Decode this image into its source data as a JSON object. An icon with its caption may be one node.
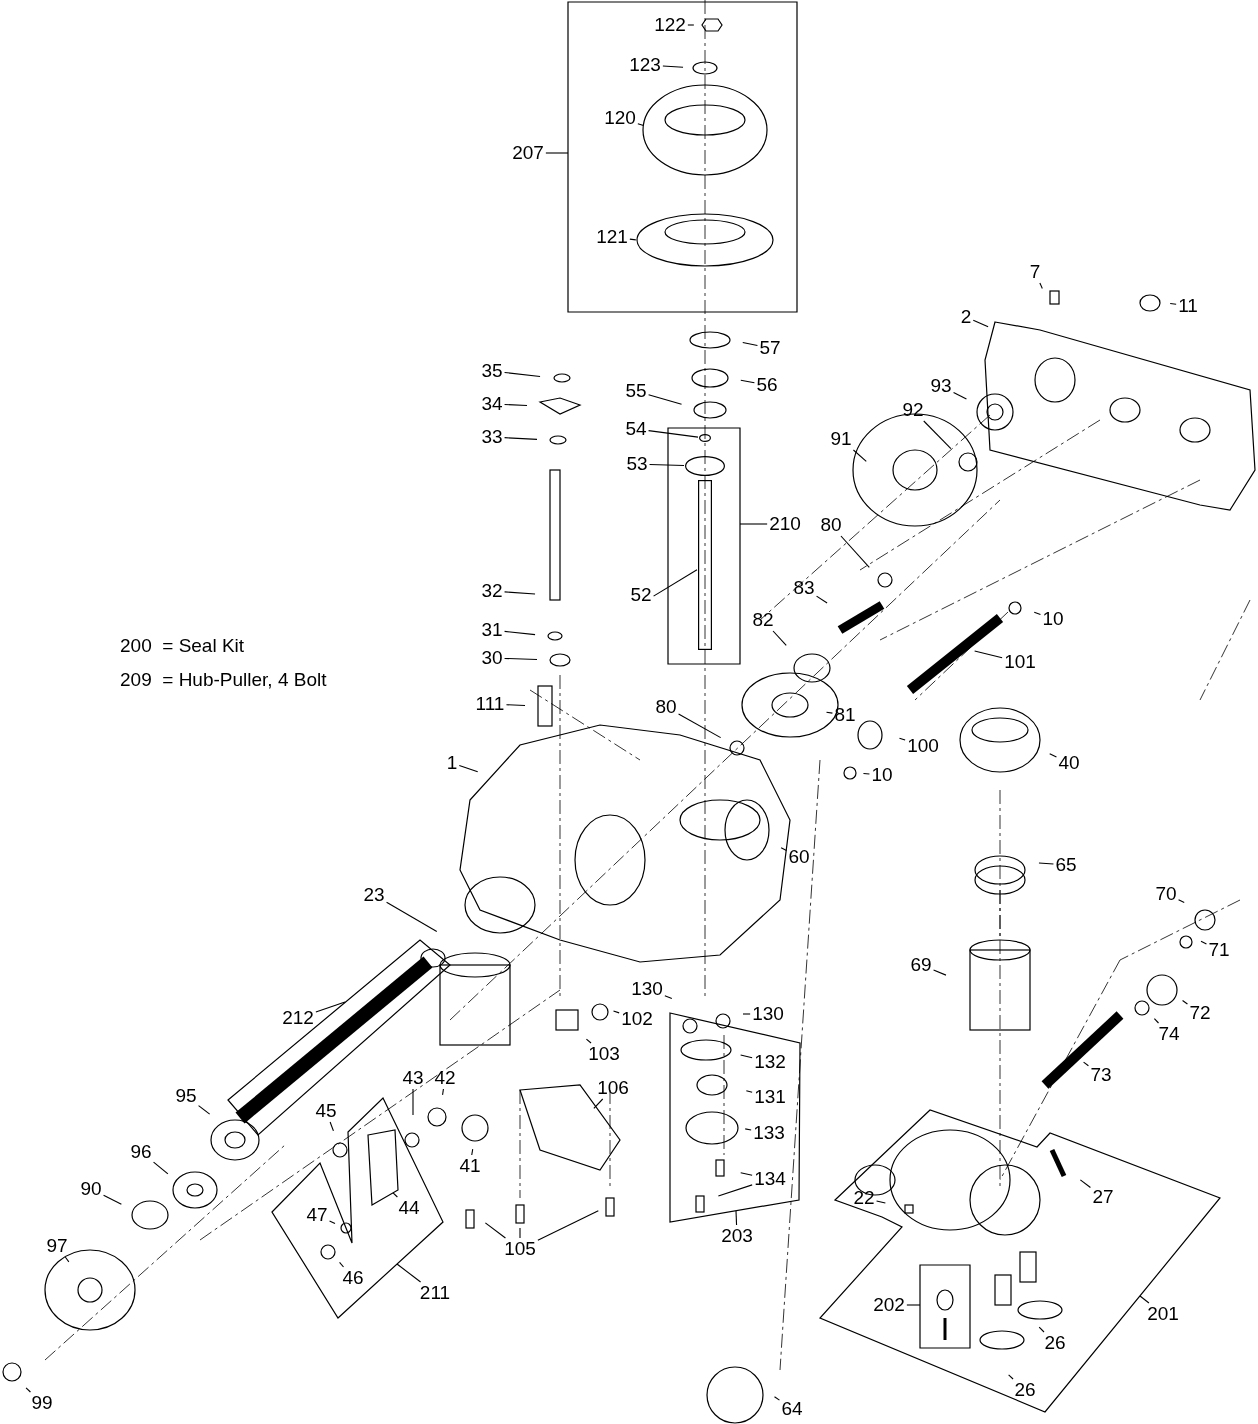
{
  "diagram": {
    "nodes": [
      {
        "text": [],
        "shape": "box"
      },
      {
        "text": [
          "122"
        ],
        "in": 0
      },
      {
        "text": [
          "123"
        ],
        "in": 0
      },
      {
        "text": [
          "120"
        ],
        "in": 0
      },
      {
        "text": [
          "207"
        ]
      },
      {
        "text": [
          "121"
        ],
        "in": 0
      },
      {
        "text": [
          "7"
        ]
      },
      {
        "text": [
          "11"
        ]
      },
      {
        "text": [
          "2"
        ]
      },
      {
        "text": [
          "57"
        ]
      },
      {
        "text": [
          "35"
        ]
      },
      {
        "text": [
          "56"
        ]
      },
      {
        "text": [
          "93"
        ]
      },
      {
        "text": [
          "55"
        ]
      },
      {
        "text": [
          "34"
        ]
      },
      {
        "text": [
          "92"
        ]
      },
      {
        "text": [],
        "shape": "box"
      },
      {
        "text": [
          "54"
        ]
      },
      {
        "text": [
          "33"
        ]
      },
      {
        "text": [
          "91"
        ]
      },
      {
        "text": [
          "53"
        ]
      },
      {
        "text": [
          "210"
        ]
      },
      {
        "text": [
          "80"
        ]
      },
      {
        "text": [
          "83"
        ]
      },
      {
        "text": [
          "32"
        ]
      },
      {
        "text": [
          "52"
        ]
      },
      {
        "text": [
          "10"
        ]
      },
      {
        "text": [
          "82"
        ]
      },
      {
        "text": [
          "31"
        ]
      },
      {
        "text": [
          "30"
        ]
      },
      {
        "text": [
          "101"
        ]
      },
      {
        "text": [
          "111"
        ]
      },
      {
        "text": [
          "80"
        ]
      },
      {
        "text": [
          "81"
        ]
      },
      {
        "text": [
          "100"
        ]
      },
      {
        "text": [
          "1"
        ]
      },
      {
        "text": [
          "40"
        ]
      },
      {
        "text": [
          "10"
        ]
      },
      {
        "text": [
          "60"
        ]
      },
      {
        "text": [
          "65"
        ]
      },
      {
        "text": [
          "23"
        ]
      },
      {
        "text": [
          "70"
        ]
      },
      {
        "text": [
          "71"
        ]
      },
      {
        "text": [
          "69"
        ]
      },
      {
        "text": [
          "72"
        ]
      },
      {
        "text": [],
        "shape": "box"
      },
      {
        "text": [
          "212"
        ]
      },
      {
        "text": [
          "130"
        ]
      },
      {
        "text": [
          "130"
        ]
      },
      {
        "text": [
          "102"
        ]
      },
      {
        "text": [
          "74"
        ]
      },
      {
        "text": [
          "103"
        ]
      },
      {
        "text": [],
        "shape": "box"
      },
      {
        "text": [
          "132"
        ],
        "in": 52
      },
      {
        "text": [
          "73"
        ]
      },
      {
        "text": [
          "43"
        ]
      },
      {
        "text": [
          "42"
        ]
      },
      {
        "text": [
          "106"
        ]
      },
      {
        "text": [
          "95"
        ]
      },
      {
        "text": [
          "131"
        ],
        "in": 52
      },
      {
        "text": [
          "45"
        ]
      },
      {
        "text": [
          "133"
        ],
        "in": 52
      },
      {
        "text": [
          "96"
        ]
      },
      {
        "text": [
          "41"
        ]
      },
      {
        "text": [
          "134"
        ],
        "in": 52
      },
      {
        "text": [
          "90"
        ]
      },
      {
        "text": [],
        "shape": "box"
      },
      {
        "text": [
          "27"
        ],
        "in": 66
      },
      {
        "text": [
          "22"
        ],
        "in": 66
      },
      {
        "text": [],
        "shape": "box"
      },
      {
        "text": [
          "44"
        ],
        "in": 69
      },
      {
        "text": [
          "47"
        ],
        "in": 69
      },
      {
        "text": [
          "203"
        ]
      },
      {
        "text": [
          "97"
        ]
      },
      {
        "text": [
          "105"
        ]
      },
      {
        "text": [
          "46"
        ],
        "in": 69
      },
      {
        "text": [
          "211"
        ]
      },
      {
        "text": [],
        "shape": "box",
        "in": 66
      },
      {
        "text": [
          "202"
        ],
        "in": 66
      },
      {
        "text": [
          "201"
        ]
      },
      {
        "text": [
          "26"
        ],
        "in": 66
      },
      {
        "text": [
          "26"
        ],
        "in": 66
      },
      {
        "text": [
          "99"
        ]
      },
      {
        "text": [
          "64"
        ]
      },
      {
        "text": [],
        "shape": "circle",
        "in": 16
      },
      {
        "text": [],
        "shape": "circle",
        "in": 16
      },
      {
        "text": [],
        "shape": "bar",
        "in": 16
      }
    ],
    "edges": [
      {
        "from": 1,
        "to": null,
        "arrow": "none"
      },
      {
        "from": 2,
        "to": null,
        "arrow": "none"
      },
      {
        "from": 3,
        "to": null,
        "arrow": "none"
      },
      {
        "from": 4,
        "to": 0,
        "arrow": "none"
      },
      {
        "from": 5,
        "to": null,
        "arrow": "none"
      },
      {
        "from": 6,
        "to": null,
        "arrow": "none"
      },
      {
        "from": 7,
        "to": null,
        "arrow": "none"
      },
      {
        "from": 8,
        "to": null,
        "arrow": "none"
      },
      {
        "from": 9,
        "to": null,
        "arrow": "none"
      },
      {
        "from": 10,
        "to": null,
        "arrow": "none"
      },
      {
        "from": 11,
        "to": null,
        "arrow": "none"
      },
      {
        "from": 12,
        "to": null,
        "arrow": "none"
      },
      {
        "from": 13,
        "to": null,
        "arrow": "none"
      },
      {
        "from": 14,
        "to": null,
        "arrow": "none"
      },
      {
        "from": 15,
        "to": null,
        "arrow": "none"
      },
      {
        "from": 17,
        "to": 84,
        "arrow": "none"
      },
      {
        "from": 18,
        "to": null,
        "arrow": "none"
      },
      {
        "from": 19,
        "to": null,
        "arrow": "none"
      },
      {
        "from": 20,
        "to": 85,
        "arrow": "none"
      },
      {
        "from": 21,
        "to": 16,
        "arrow": "none"
      },
      {
        "from": 22,
        "to": null,
        "arrow": "none"
      },
      {
        "from": 23,
        "to": null,
        "arrow": "none"
      },
      {
        "from": 24,
        "to": null,
        "arrow": "none"
      },
      {
        "from": 25,
        "to": 86,
        "arrow": "none"
      },
      {
        "from": 26,
        "to": null,
        "arrow": "none"
      },
      {
        "from": 27,
        "to": null,
        "arrow": "none"
      },
      {
        "from": 28,
        "to": null,
        "arrow": "none"
      },
      {
        "from": 29,
        "to": null,
        "arrow": "none"
      },
      {
        "from": 30,
        "to": null,
        "arrow": "none"
      },
      {
        "from": 31,
        "to": null,
        "arrow": "none"
      },
      {
        "from": 32,
        "to": null,
        "arrow": "none"
      },
      {
        "from": 33,
        "to": null,
        "arrow": "none"
      },
      {
        "from": 34,
        "to": null,
        "arrow": "none"
      },
      {
        "from": 35,
        "to": null,
        "arrow": "none"
      },
      {
        "from": 36,
        "to": null,
        "arrow": "none"
      },
      {
        "from": 37,
        "to": null,
        "arrow": "none"
      },
      {
        "from": 38,
        "to": null,
        "arrow": "none"
      },
      {
        "from": 39,
        "to": null,
        "arrow": "none"
      },
      {
        "from": 40,
        "to": null,
        "arrow": "none"
      },
      {
        "from": 41,
        "to": null,
        "arrow": "none"
      },
      {
        "from": 42,
        "to": null,
        "arrow": "none"
      },
      {
        "from": 43,
        "to": null,
        "arrow": "none"
      },
      {
        "from": 44,
        "to": null,
        "arrow": "none"
      },
      {
        "from": 46,
        "to": 45,
        "arrow": "none"
      },
      {
        "from": 47,
        "to": null,
        "arrow": "none"
      },
      {
        "from": 48,
        "to": null,
        "arrow": "none"
      },
      {
        "from": 49,
        "to": null,
        "arrow": "none"
      },
      {
        "from": 50,
        "to": null,
        "arrow": "none"
      },
      {
        "from": 51,
        "to": null,
        "arrow": "none"
      },
      {
        "from": 53,
        "to": null,
        "arrow": "none"
      },
      {
        "from": 54,
        "to": null,
        "arrow": "none"
      },
      {
        "from": 55,
        "to": null,
        "arrow": "none"
      },
      {
        "from": 56,
        "to": null,
        "arrow": "none"
      },
      {
        "from": 57,
        "to": null,
        "arrow": "none"
      },
      {
        "from": 58,
        "to": null,
        "arrow": "none"
      },
      {
        "from": 59,
        "to": null,
        "arrow": "none"
      },
      {
        "from": 60,
        "to": null,
        "arrow": "none"
      },
      {
        "from": 61,
        "to": null,
        "arrow": "none"
      },
      {
        "from": 62,
        "to": null,
        "arrow": "none"
      },
      {
        "from": 63,
        "to": null,
        "arrow": "none"
      },
      {
        "from": 64,
        "to": null,
        "arrow": "none"
      },
      {
        "from": 64,
        "to": null,
        "arrow": "none"
      },
      {
        "from": 65,
        "to": null,
        "arrow": "none"
      },
      {
        "from": 67,
        "to": null,
        "arrow": "none"
      },
      {
        "from": 68,
        "to": null,
        "arrow": "none"
      },
      {
        "from": 70,
        "to": null,
        "arrow": "none"
      },
      {
        "from": 71,
        "to": null,
        "arrow": "none"
      },
      {
        "from": 72,
        "to": 52,
        "arrow": "none"
      },
      {
        "from": 73,
        "to": null,
        "arrow": "none"
      },
      {
        "from": 74,
        "to": null,
        "arrow": "none"
      },
      {
        "from": 74,
        "to": null,
        "arrow": "none"
      },
      {
        "from": 74,
        "to": null,
        "arrow": "none"
      },
      {
        "from": 75,
        "to": null,
        "arrow": "none"
      },
      {
        "from": 76,
        "to": 69,
        "arrow": "none"
      },
      {
        "from": 78,
        "to": 77,
        "arrow": "none"
      },
      {
        "from": 79,
        "to": 66,
        "arrow": "none"
      },
      {
        "from": 80,
        "to": null,
        "arrow": "none"
      },
      {
        "from": 81,
        "to": null,
        "arrow": "none"
      },
      {
        "from": 82,
        "to": null,
        "arrow": "none"
      },
      {
        "from": 83,
        "to": null,
        "arrow": "none"
      }
    ],
    "labels": [
      "200  = Seal Kit",
      "209  = Hub-Puller, 4 Bolt"
    ]
  }
}
